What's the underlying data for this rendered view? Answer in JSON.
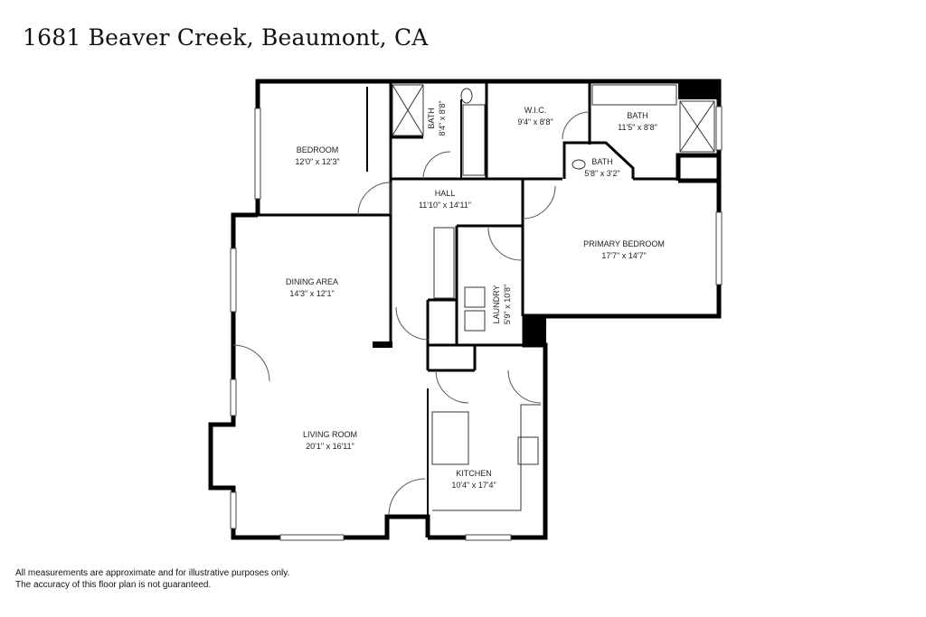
{
  "header": {
    "title": "1681 Beaver Creek, Beaumont, CA"
  },
  "rooms": {
    "bedroom": {
      "name": "BEDROOM",
      "dims": "12'0\" x 12'3\""
    },
    "bath_small": {
      "name": "BATH",
      "dims": "8'4\" x 8'8\""
    },
    "wic": {
      "name": "W.I.C.",
      "dims": "9'4\" x 8'8\""
    },
    "bath_primary": {
      "name": "BATH",
      "dims": "11'5\" x 8'8\""
    },
    "bath_half": {
      "name": "BATH",
      "dims": "5'8\" x 3'2\""
    },
    "hall": {
      "name": "HALL",
      "dims": "11'10\" x 14'11\""
    },
    "primary_bedroom": {
      "name": "PRIMARY BEDROOM",
      "dims": "17'7\" x 14'7\""
    },
    "dining": {
      "name": "DINING AREA",
      "dims": "14'3\" x 12'1\""
    },
    "laundry": {
      "name": "LAUNDRY",
      "dims": "5'9\" x 10'8\""
    },
    "living": {
      "name": "LIVING ROOM",
      "dims": "20'1\" x 16'11\""
    },
    "kitchen": {
      "name": "KITCHEN",
      "dims": "10'4\" x 17'4\""
    }
  },
  "footer": {
    "line1": "All measurements are approximate and for illustrative purposes only.",
    "line2": "The accuracy of this floor plan is not guaranteed."
  }
}
